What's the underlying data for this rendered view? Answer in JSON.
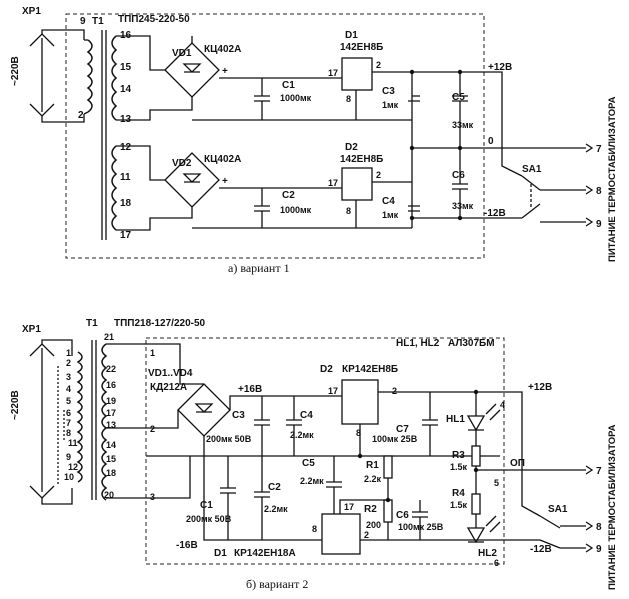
{
  "variant1": {
    "connector": "XP1",
    "mains": "~220В",
    "transformer": "T1",
    "transformer_type": "ТПП245-220-50",
    "pin_9": "9",
    "pin_2": "2",
    "pin_16": "16",
    "pin_15": "15",
    "pin_14": "14",
    "pin_13": "13",
    "pin_12": "12",
    "pin_11": "11",
    "pin_18": "18",
    "pin_17": "17",
    "vd1": "VD1",
    "vd1_type": "КЦ402А",
    "vd2": "VD2",
    "vd2_type": "КЦ402А",
    "plus1": "+",
    "plus2": "+",
    "c1": "C1",
    "c1_value": "1000мк",
    "c2": "C2",
    "c2_value": "1000мк",
    "d1": "D1",
    "d1_type": "142ЕН8Б",
    "d2": "D2",
    "d2_type": "142ЕН8Б",
    "d1_in": "17",
    "d1_out": "2",
    "d1_gnd": "8",
    "d2_in": "17",
    "d2_out": "2",
    "d2_gnd": "8",
    "c3": "C3",
    "c3_value": "1мк",
    "c4": "C4",
    "c4_value": "1мк",
    "c5": "C5",
    "c5_value": "33мк",
    "c6": "C6",
    "c6_value": "33мк",
    "plus12": "+12В",
    "zero": "0",
    "minus12": "-12В",
    "sa1": "SA1",
    "out7": "7",
    "out8": "8",
    "out9": "9",
    "side_label": "ПИТАНИЕ ТЕРМОСТАБИЛИЗАТОРА",
    "caption": "а) вариант 1"
  },
  "variant2": {
    "connector": "XP1",
    "mains": "~220В",
    "transformer": "T1",
    "transformer_type": "ТПП218-127/220-50",
    "pin_21": "21",
    "pin_1": "1",
    "pin_2": "2",
    "pin_3": "3",
    "pin_20": "20",
    "w_1": "1",
    "w_2": "2",
    "w_3": "3",
    "w_4": "4",
    "w_5": "5",
    "w_6": "6",
    "w_7": "7",
    "w_8": "8",
    "w_9": "9",
    "w_10": "10",
    "w_11": "11",
    "w_12": "12",
    "w_13": "13",
    "w_14": "14",
    "w_15": "15",
    "w_16": "16",
    "w_17": "17",
    "w_18": "18",
    "w_19": "19",
    "w_22": "22",
    "vd": "VD1..VD4",
    "vd_type": "КД212А",
    "plus16": "+16В",
    "minus16": "-16В",
    "c3": "C3",
    "c3_value": "200мк 50В",
    "c4": "C4",
    "c4_value": "2.2мк",
    "c1": "C1",
    "c1_value": "200мк 50В",
    "c2": "C2",
    "c2_value": "2.2мк",
    "c5": "C5",
    "c5_value": "2.2мк",
    "c6": "C6",
    "c6_value": "100мк 25В",
    "c7": "C7",
    "c7_value": "100мк 25В",
    "d2": "D2",
    "d2_type": "КР142ЕН8Б",
    "d1": "D1",
    "d1_type": "КР142ЕН18А",
    "d2_pin_in": "17",
    "d2_pin_out": "2",
    "d2_pin_gnd": "8",
    "d1_pin_top": "17",
    "d1_pin_in": "8",
    "d1_pin_out": "2",
    "r1": "R1",
    "r1_value": "2.2к",
    "r2": "R2",
    "r2_value": "200",
    "r3": "R3",
    "r3_value": "1.5к",
    "r4": "R4",
    "r4_value": "1.5к",
    "hl": "HL1, HL2",
    "hl_type": "АЛ307БМ",
    "hl1": "HL1",
    "hl2": "HL2",
    "plus12": "+12В",
    "op": "ОП",
    "minus12": "-12В",
    "sa1": "SA1",
    "node4": "4",
    "node5": "5",
    "node6": "6",
    "out7": "7",
    "out8": "8",
    "out9": "9",
    "side_label": "ПИТАНИЕ ТЕРМОСТАБИЛИЗАТОРА",
    "caption": "б) вариант 2"
  }
}
